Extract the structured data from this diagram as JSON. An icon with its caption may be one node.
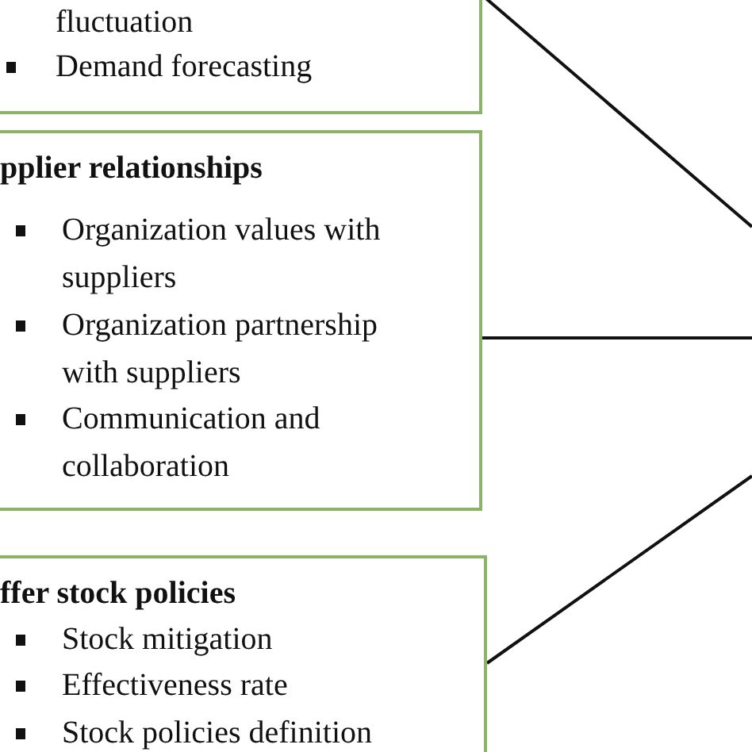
{
  "diagram": {
    "nodes": [
      {
        "text": [
          "fluctuation",
          "Demand forecasting"
        ]
      },
      {
        "text": [
          "pplier relationships",
          "Organization values with suppliers",
          "Organization partnership with suppliers",
          "Communication and collaboration"
        ]
      },
      {
        "text": [
          "ffer stock policies",
          "Stock mitigation",
          "Effectiveness rate",
          "Stock policies definition"
        ]
      }
    ],
    "edges": [
      {
        "from": 0,
        "to": null,
        "arrow": "none"
      },
      {
        "from": 1,
        "to": null,
        "arrow": "none"
      },
      {
        "from": 2,
        "to": null,
        "arrow": "none"
      }
    ]
  }
}
